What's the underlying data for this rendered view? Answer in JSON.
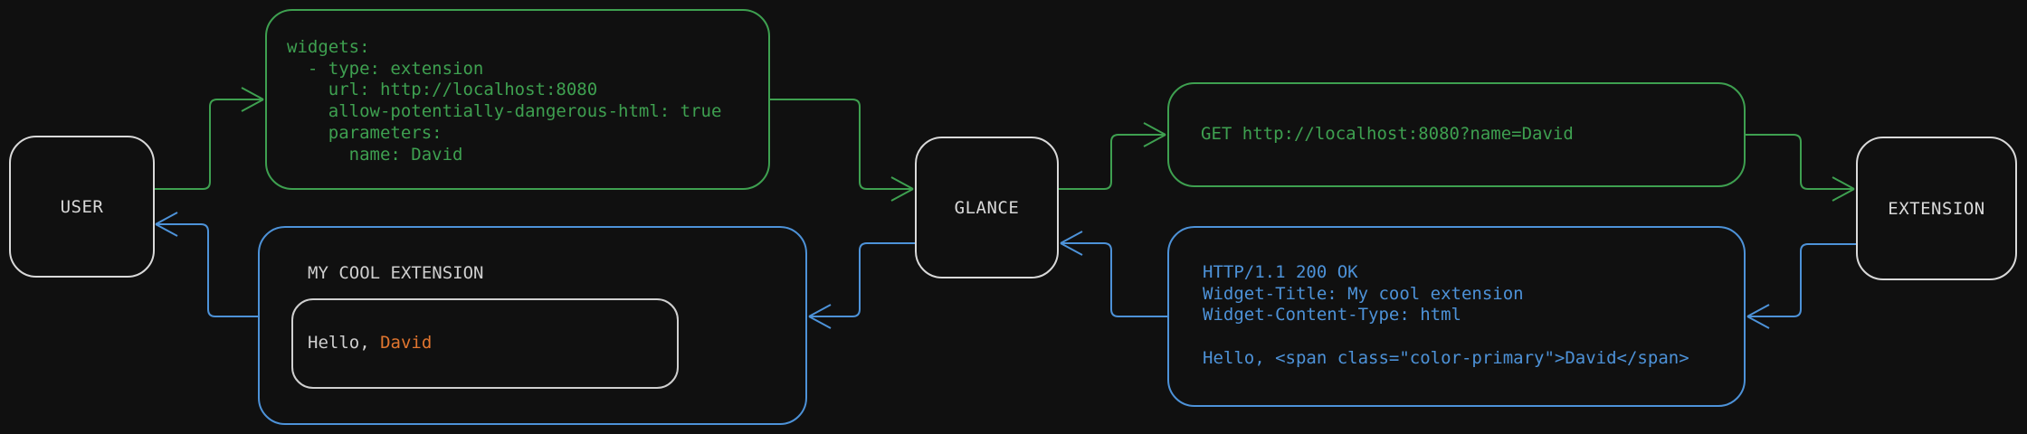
{
  "diagram": {
    "nodes": {
      "user": {
        "label": "USER"
      },
      "glance": {
        "label": "GLANCE"
      },
      "extension": {
        "label": "EXTENSION"
      }
    },
    "messages": {
      "config": {
        "lines": [
          "widgets:",
          "  - type: extension",
          "    url: http://localhost:8080",
          "    allow-potentially-dangerous-html: true",
          "    parameters:",
          "      name: David"
        ]
      },
      "request": {
        "text": "GET http://localhost:8080?name=David"
      },
      "response": {
        "lines": [
          "HTTP/1.1 200 OK",
          "Widget-Title: My cool extension",
          "Widget-Content-Type: html",
          "",
          "Hello, <span class=\"color-primary\">David</span>"
        ]
      },
      "widget": {
        "title": "MY COOL EXTENSION",
        "greeting_prefix": "Hello, ",
        "greeting_name": "David"
      }
    },
    "colors": {
      "request_flow": "#3ea050",
      "response_flow": "#4d92d8",
      "accent_name": "#e0752f",
      "node_border": "#d9d9d9",
      "text": "#cfcfcf",
      "background": "#101010"
    }
  }
}
